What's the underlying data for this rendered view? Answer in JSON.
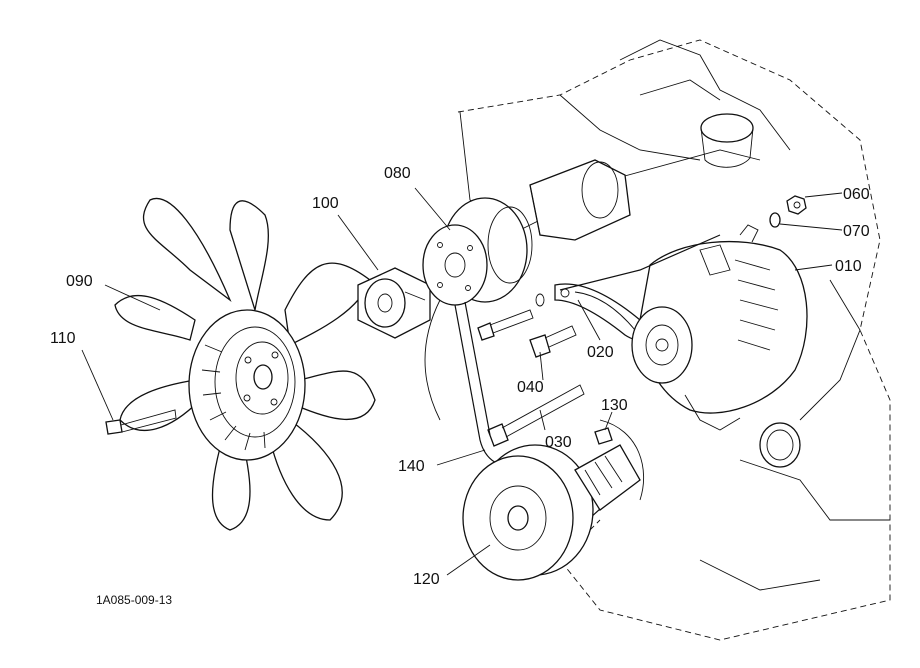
{
  "diagram": {
    "drawing_code": "1A085-009-13",
    "callouts": [
      {
        "id": "010",
        "label": "010"
      },
      {
        "id": "020",
        "label": "020"
      },
      {
        "id": "030",
        "label": "030"
      },
      {
        "id": "040",
        "label": "040"
      },
      {
        "id": "060",
        "label": "060"
      },
      {
        "id": "070",
        "label": "070"
      },
      {
        "id": "080",
        "label": "080"
      },
      {
        "id": "090",
        "label": "090"
      },
      {
        "id": "100",
        "label": "100"
      },
      {
        "id": "110",
        "label": "110"
      },
      {
        "id": "120",
        "label": "120"
      },
      {
        "id": "130",
        "label": "130"
      },
      {
        "id": "140",
        "label": "140"
      }
    ]
  }
}
